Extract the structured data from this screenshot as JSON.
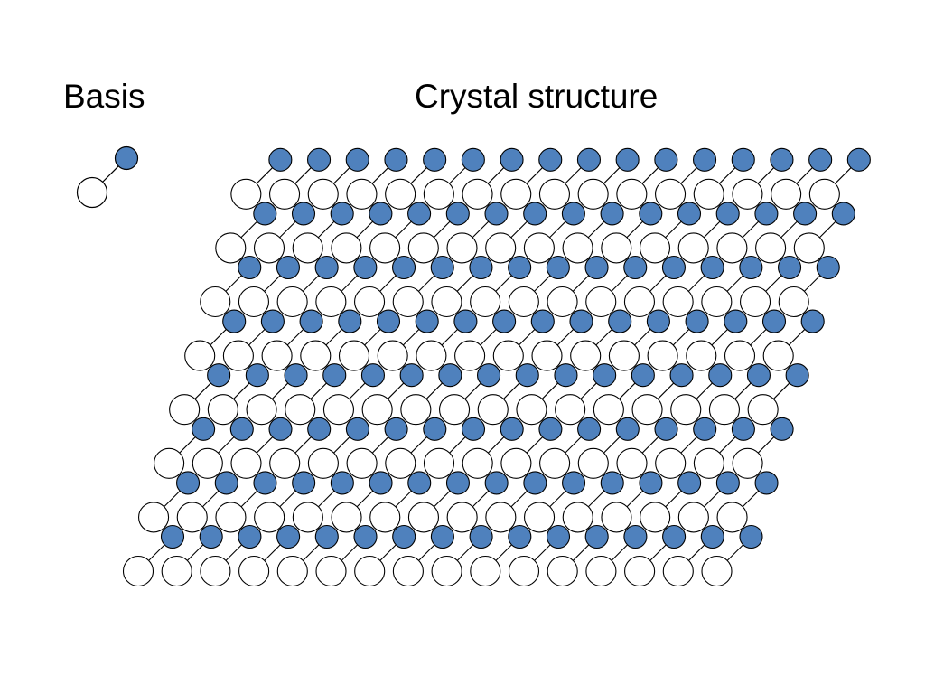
{
  "titles": {
    "basis": "Basis",
    "crystal": "Crystal structure"
  },
  "colors": {
    "atom_a_fill": "#ffffff",
    "atom_b_fill": "#4f81bd",
    "outline": "#000000",
    "background": "#ffffff"
  },
  "basis": {
    "atoms": [
      "white-atom",
      "blue-atom"
    ],
    "bond": true
  },
  "lattice": {
    "rows": 8,
    "columns": 16,
    "basis_per_site": 2
  }
}
